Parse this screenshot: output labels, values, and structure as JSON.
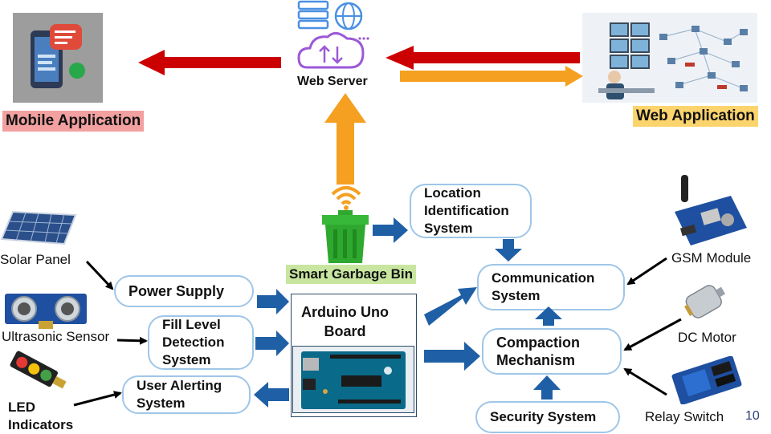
{
  "title_area": {},
  "top": {
    "web_server_label": "Web Server",
    "mobile_app_label": "Mobile Application",
    "web_app_label": "Web Application"
  },
  "bin": {
    "label": "Smart Garbage Bin"
  },
  "nodes": {
    "location": "Location\nIdentification\nSystem",
    "communication": "Communication\nSystem",
    "compaction": "Compaction\nMechanism",
    "security": "Security System",
    "power": "Power Supply",
    "fill_level": "Fill Level\nDetection\nSystem",
    "alerting": "User Alerting\nSystem",
    "arduino": "Arduino Uno\nBoard"
  },
  "devices": {
    "solar": "Solar Panel",
    "ultrasonic": "Ultrasonic Sensor",
    "led": "LED\nIndicators",
    "gsm": "GSM Module",
    "dc_motor": "DC Motor",
    "relay": "Relay Switch"
  },
  "page_number": "10",
  "colors": {
    "red_arrow": "#cc0000",
    "orange_arrow": "#f5a020",
    "blue_arrow": "#1f5fa6",
    "bin_green": "#2fa82f",
    "node_border": "#9fc6e8",
    "mobile_label_bg": "#f2a0a0",
    "web_label_bg": "#fbd46d",
    "bin_label_bg": "#c8e6a0"
  }
}
